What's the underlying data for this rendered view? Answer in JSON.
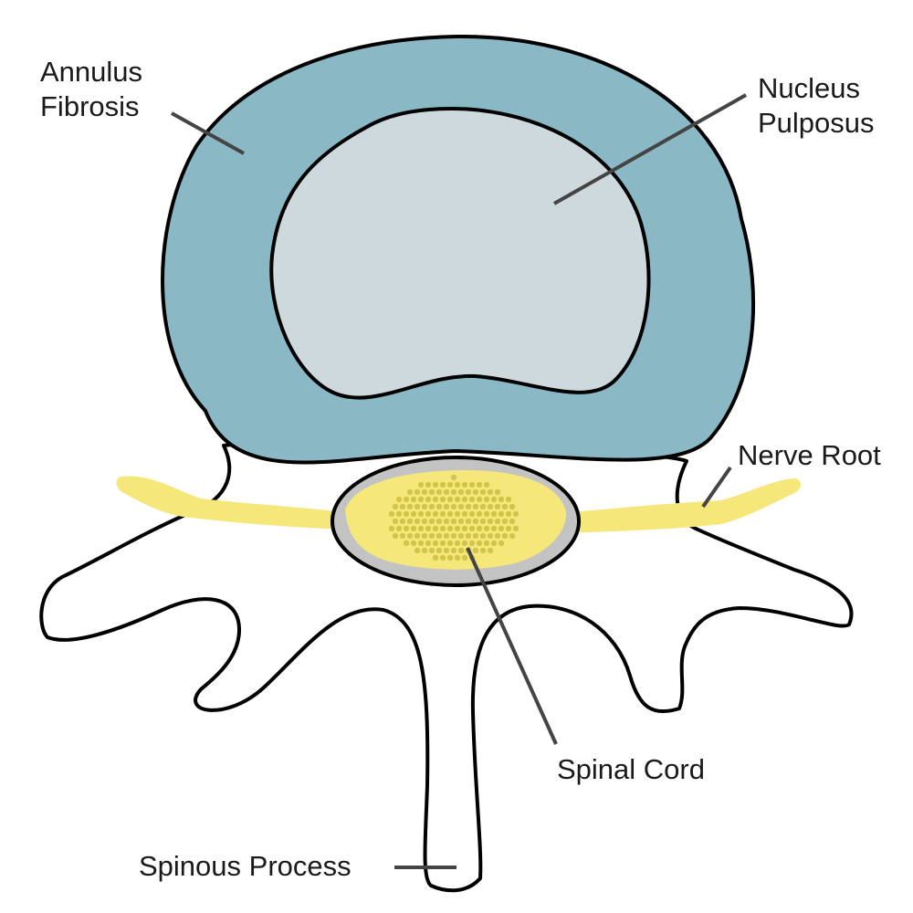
{
  "labels": {
    "annulus_line1": "Annulus",
    "annulus_line2": "Fibrosis",
    "nucleus_line1": "Nucleus",
    "nucleus_line2": "Pulposus",
    "nerve_root": "Nerve Root",
    "spinal_cord": "Spinal Cord",
    "spinous_process": "Spinous Process"
  },
  "colors": {
    "annulus": "#8ab8c5",
    "nucleus": "#ced9dd",
    "nerve": "#f5e77a",
    "cord_dots": "#d4c44e",
    "canal": "#c3c3c3",
    "outline": "#000000",
    "leader": "#444444"
  }
}
